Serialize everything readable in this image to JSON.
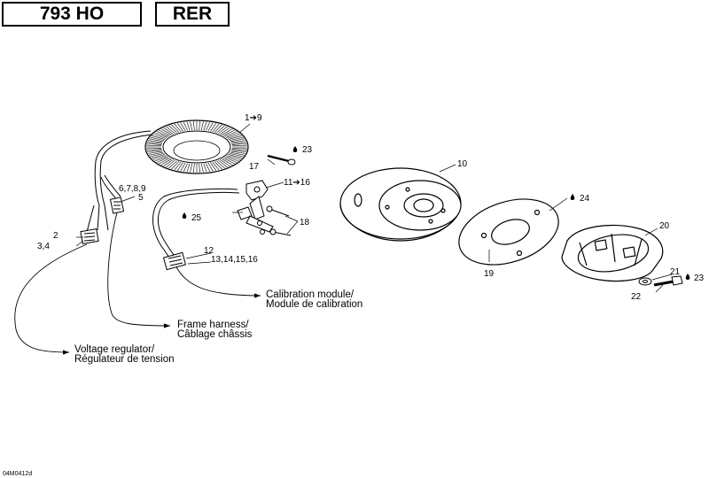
{
  "header": {
    "model": "793 HO",
    "code": "RER"
  },
  "callouts": {
    "c1": "1➔9",
    "c2": "2",
    "c34": "3,4",
    "c5": "5",
    "c6789": "6,7,8,9",
    "c10": "10",
    "c11": "11➔16",
    "c12": "12",
    "c13": "13,14,15,16",
    "c17": "17",
    "c18": "18",
    "c19": "19",
    "c20": "20",
    "c21": "21",
    "c22": "22",
    "c23a": "23",
    "c23b": "23",
    "c24": "24",
    "c25": "25"
  },
  "connections": {
    "calibration_l1": "Calibration module/",
    "calibration_l2": "Module de calibration",
    "frame_l1": "Frame harness/",
    "frame_l2": "Câblage châssis",
    "voltage_l1": "Voltage regulator/",
    "voltage_l2": "Régulateur de tension"
  },
  "footer": {
    "code": "04M0412d"
  }
}
